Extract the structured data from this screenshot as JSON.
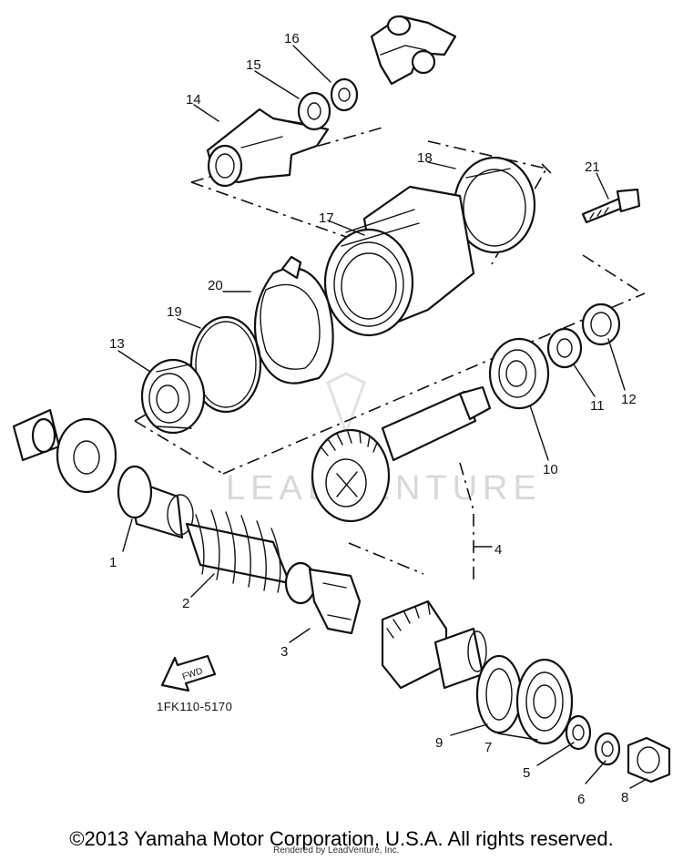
{
  "callouts": [
    "1",
    "2",
    "3",
    "4",
    "5",
    "6",
    "7",
    "8",
    "9",
    "10",
    "11",
    "12",
    "13",
    "14",
    "15",
    "16",
    "17",
    "18",
    "19",
    "20",
    "21"
  ],
  "part_code": "1FK110-5170",
  "fwd_label": "FWD",
  "watermark": "LEADVENTURE",
  "copyright": "©2013 Yamaha Motor Corporation, U.S.A. All rights reserved.",
  "rendered_by": "Rendered by LeadVenture, Inc."
}
